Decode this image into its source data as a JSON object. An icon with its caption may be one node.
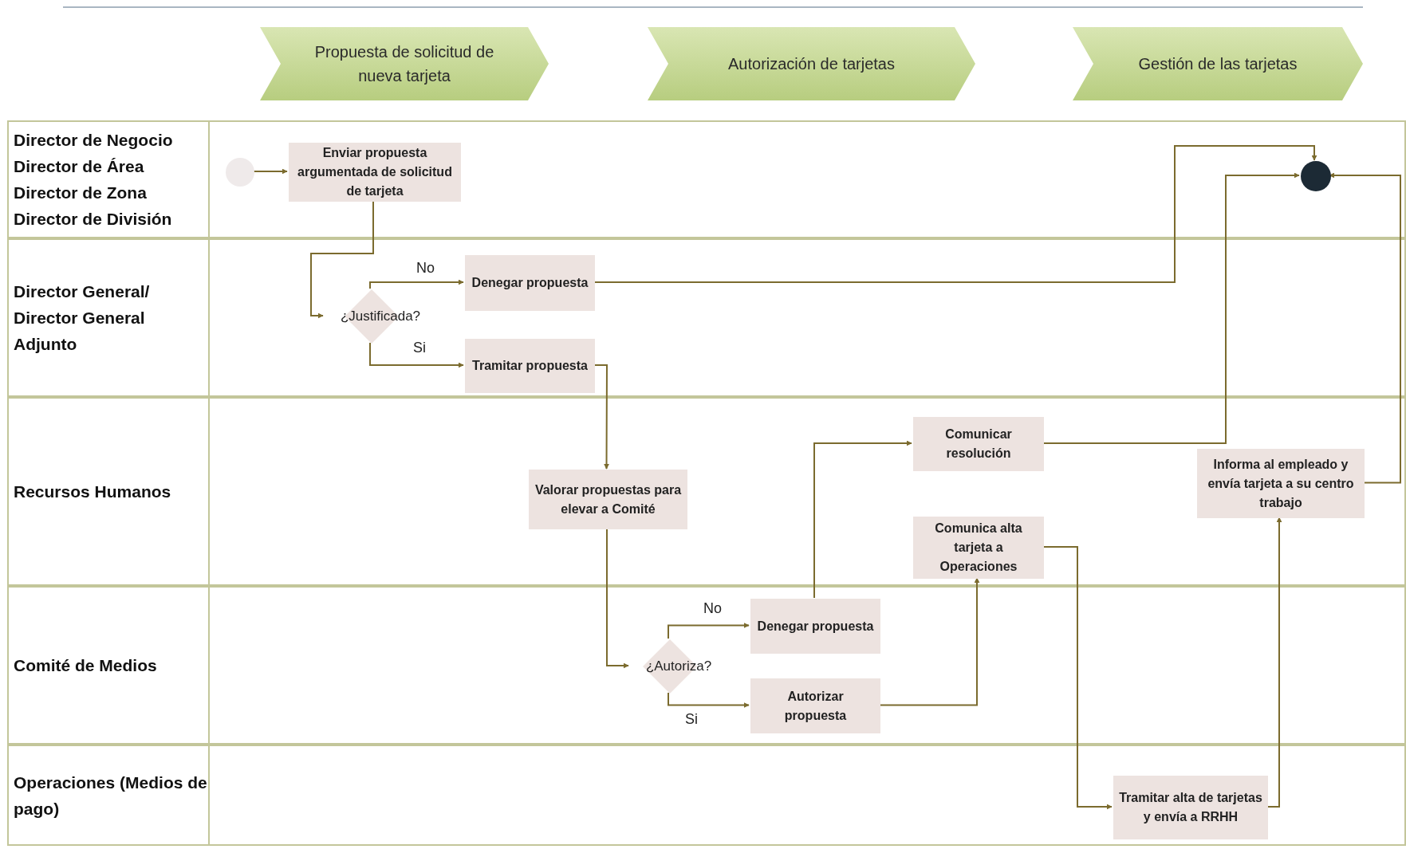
{
  "diagram": {
    "nodes": [
      {
        "text": [
          "Propuesta de solicitud de nueva tarjeta"
        ]
      },
      {
        "text": [
          "Autorización de tarjetas"
        ]
      },
      {
        "text": [
          "Gestión de las tarjetas"
        ]
      },
      {
        "text": [
          "Director de Negocio",
          "Director de Área",
          "Director de Zona",
          "Director de División"
        ]
      },
      {
        "text": [],
        "shape": "circle",
        "in": 3
      },
      {
        "text": [
          "Enviar propuesta argumentada de solicitud de tarjeta"
        ],
        "in": 3
      },
      {
        "text": [],
        "shape": "circle",
        "in": 3
      },
      {
        "text": [
          "Director General/ Director General Adjunto"
        ]
      },
      {
        "text": [
          "¿Justificada?"
        ],
        "in": 7
      },
      {
        "text": [
          "Denegar propuesta"
        ],
        "in": 7
      },
      {
        "text": [
          "Tramitar propuesta"
        ],
        "in": 7
      },
      {
        "text": [
          "Recursos Humanos"
        ]
      },
      {
        "text": [
          "Valorar propuestas para elevar a Comité"
        ],
        "in": 11
      },
      {
        "text": [
          "Comunicar resolución"
        ],
        "in": 11
      },
      {
        "text": [
          "Comunica alta tarjeta a Operaciones"
        ],
        "in": 11
      },
      {
        "text": [
          "Informa al empleado y envía tarjeta a su centro trabajo"
        ],
        "in": 11
      },
      {
        "text": [
          "Comité de Medios"
        ]
      },
      {
        "text": [
          "¿Autoriza?"
        ],
        "in": 16
      },
      {
        "text": [
          "Denegar propuesta"
        ],
        "in": 16
      },
      {
        "text": [
          "Autorizar propuesta"
        ],
        "in": 16
      },
      {
        "text": [
          "Operaciones (Medios de pago)"
        ]
      },
      {
        "text": [
          "Tramitar alta de tarjetas y envía a RRHH"
        ],
        "in": 20
      }
    ],
    "edges": [
      {
        "from": 4,
        "to": 5,
        "arrow": "to"
      },
      {
        "from": 5,
        "to": 8,
        "arrow": "to"
      },
      {
        "from": 8,
        "to": 9,
        "arrow": "to",
        "label": "No"
      },
      {
        "from": 8,
        "to": 10,
        "arrow": "to",
        "label": "Si"
      },
      {
        "from": 9,
        "to": 6,
        "arrow": "to"
      },
      {
        "from": 10,
        "to": 12,
        "arrow": "to"
      },
      {
        "from": 12,
        "to": 17,
        "arrow": "to"
      },
      {
        "from": 17,
        "to": 18,
        "arrow": "to",
        "label": "No"
      },
      {
        "from": 17,
        "to": 19,
        "arrow": "to",
        "label": "Si"
      },
      {
        "from": 18,
        "to": 13,
        "arrow": "to"
      },
      {
        "from": 19,
        "to": 14,
        "arrow": "to"
      },
      {
        "from": 13,
        "to": 6,
        "arrow": "to"
      },
      {
        "from": 14,
        "to": 21,
        "arrow": "to"
      },
      {
        "from": 21,
        "to": 15,
        "arrow": "to"
      },
      {
        "from": 15,
        "to": 6,
        "arrow": "to"
      }
    ]
  }
}
